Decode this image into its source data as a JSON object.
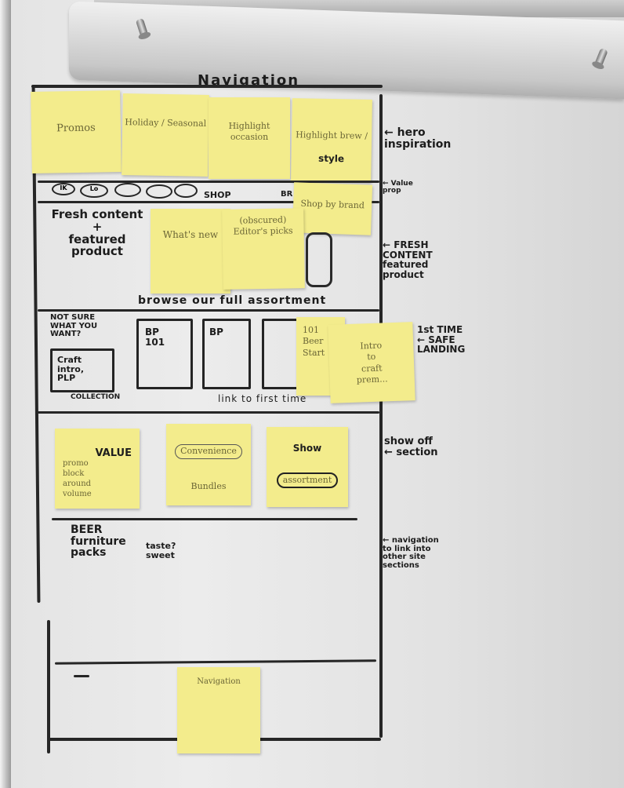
{
  "board": {
    "title": "Navigation",
    "colors": {
      "sticky_note": "#f3ec8c",
      "marker": "#1c1c1c",
      "whiteboard": "#e6e6e6"
    }
  },
  "wireframe": {
    "hero_row": {
      "stickies": [
        {
          "label": "Promos"
        },
        {
          "label": "Holiday / Seasonal"
        },
        {
          "label": "Highlight occasion"
        },
        {
          "label": "Highlight brew /",
          "bold": "style"
        }
      ]
    },
    "nav_strip": {
      "circle_labels": [
        "IK",
        "Lo",
        "",
        "",
        ""
      ],
      "shop_text": "SHOP",
      "trailing_text": "BR",
      "sticky": "Shop by brand"
    },
    "fresh_content": {
      "label": "Fresh content\n+\nfeatured\nproduct",
      "stickies": [
        {
          "label": "What's new"
        },
        {
          "label": "(obscured)\nEditor's picks"
        }
      ],
      "footer": "browse our full assortment"
    },
    "safe_landing": {
      "prompt": "NOT SURE\nWHAT YOU\nWANT?",
      "collection_box": "Craft\nintro,\nPLP",
      "collection_label": "COLLECTION",
      "cards": [
        "BP\n101",
        "BP",
        ""
      ],
      "footer": "link to first time",
      "stickies": [
        {
          "label": "101\nBeer\nStart"
        },
        {
          "label": "Intro\nto\ncraft\nprem..."
        }
      ]
    },
    "show_off": {
      "stickies": [
        {
          "label": "promo\nblock\naround\nvolume",
          "bold": "VALUE"
        },
        {
          "label": "Convenience",
          "sub": "Bundles"
        },
        {
          "label": "assortment",
          "bold": "Show"
        }
      ]
    },
    "beer_section": {
      "label": "BEER\nfurniture\npacks",
      "sub": "taste?\nsweet"
    },
    "footer_section": {
      "sticky": "Navigation"
    }
  },
  "annotations": [
    {
      "id": "hero",
      "text": "← hero\ninspiration"
    },
    {
      "id": "value-prop",
      "text": "← Value\nprop"
    },
    {
      "id": "fresh",
      "text": "← FRESH\nCONTENT\nfeatured\nproduct"
    },
    {
      "id": "first-time",
      "text": "1st TIME\n← SAFE\nLANDING"
    },
    {
      "id": "show-off",
      "text": "show off\n← section"
    },
    {
      "id": "nav",
      "text": "← navigation\nto link into\nother site\nsections"
    }
  ]
}
